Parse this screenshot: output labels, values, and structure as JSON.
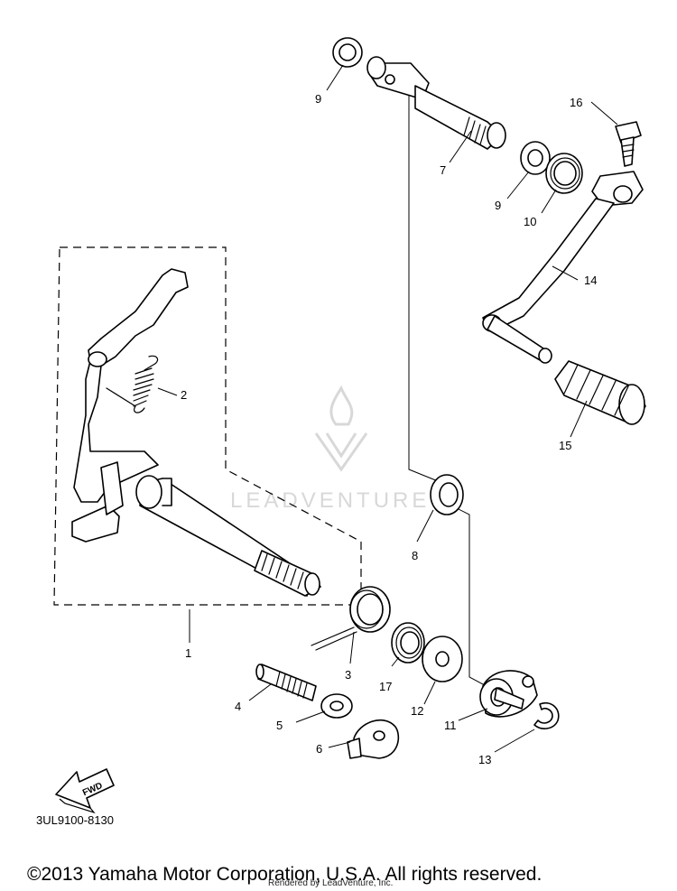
{
  "diagram_code": "3UL9100-8130",
  "copyright": "©2013 Yamaha Motor Corporation, U.S.A. All rights reserved.",
  "rendered_by": "Rendered by LeadVenture, Inc.",
  "watermark": "LEADVENTURE",
  "fwd_label": "FWD",
  "callouts": {
    "p1": "1",
    "p2": "2",
    "p3": "3",
    "p4": "4",
    "p5": "5",
    "p6": "6",
    "p7": "7",
    "p8": "8",
    "p9a": "9",
    "p9b": "9",
    "p10": "10",
    "p11": "11",
    "p12": "12",
    "p13": "13",
    "p14": "14",
    "p15": "15",
    "p16": "16",
    "p17": "17"
  }
}
